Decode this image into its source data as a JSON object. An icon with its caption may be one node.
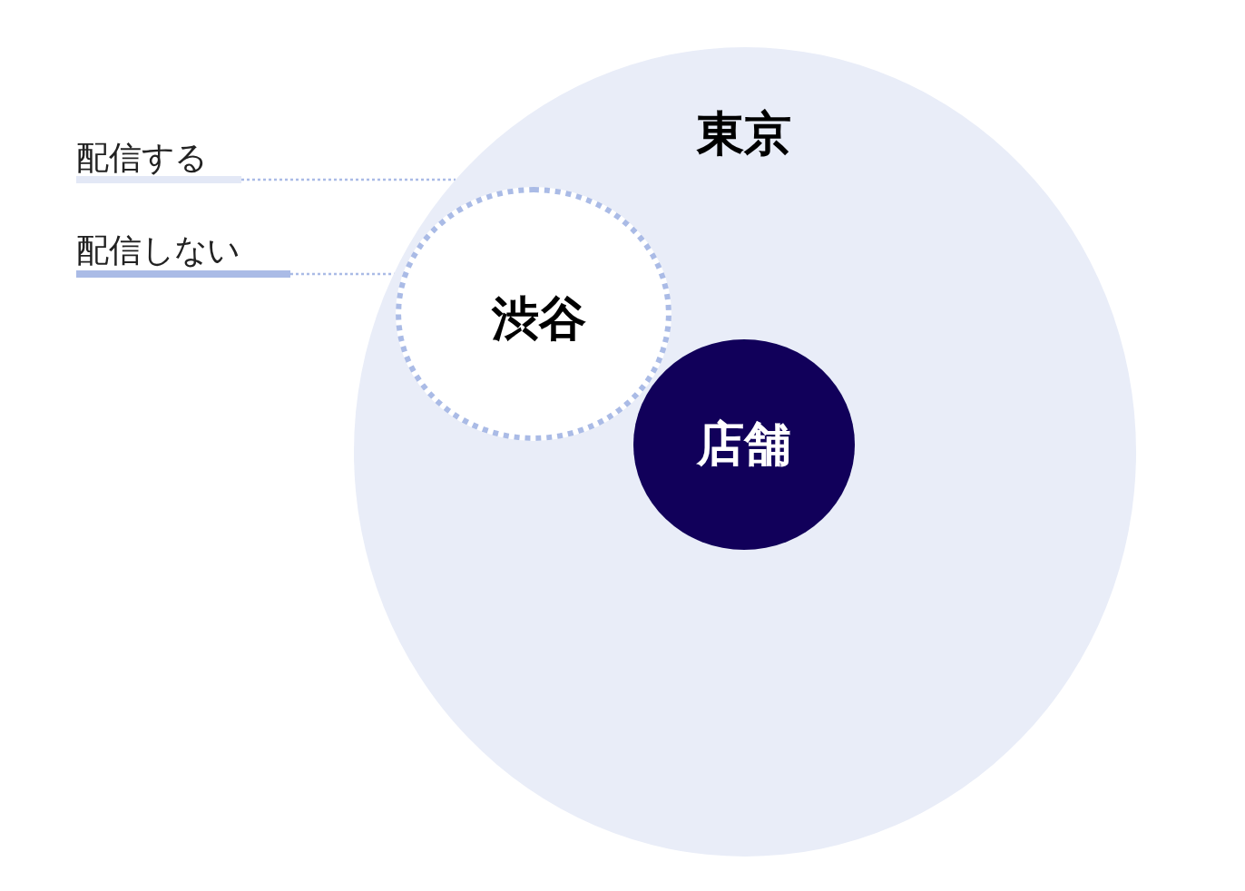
{
  "diagram": {
    "nodes": [
      {
        "text": [
          "東京"
        ]
      },
      {
        "text": [
          "渋谷"
        ],
        "in": 0
      },
      {
        "text": [
          "店舗"
        ],
        "in": 0
      },
      {
        "text": [
          "配信する"
        ]
      },
      {
        "text": [
          "配信しない"
        ]
      }
    ],
    "edges": [
      {
        "from": 3,
        "to": 0,
        "arrow": "none",
        "style": "dashed"
      },
      {
        "from": 4,
        "to": 1,
        "arrow": "none",
        "style": "dashed"
      }
    ]
  }
}
